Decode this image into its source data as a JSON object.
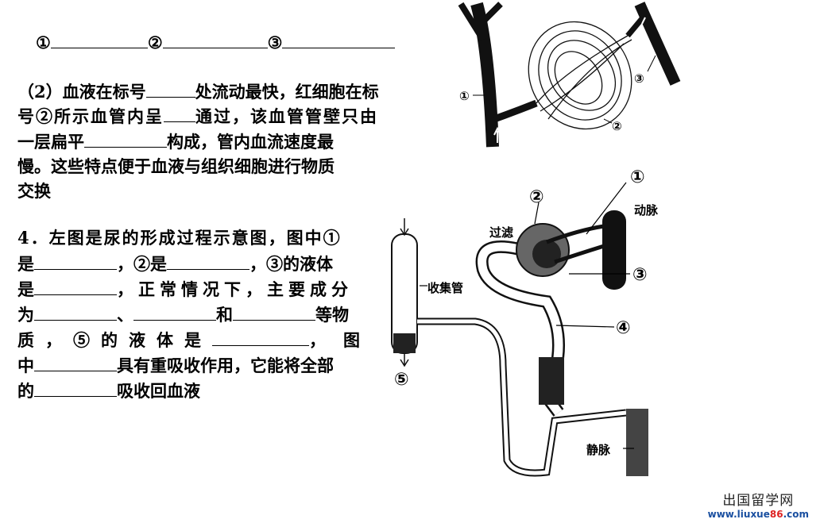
{
  "q3": {
    "l1": [
      "①",
      "②",
      "③"
    ],
    "p1": [
      "（2）血液在标号",
      "处流动最快，红细胞在标"
    ],
    "p2": [
      "号②所示血管内呈",
      "通过，该血管管壁只由"
    ],
    "p3": [
      "一层扁平",
      "构成，管内血流速度最"
    ],
    "p4": "慢。这些特点便于血液与组织细胞进行物质",
    "p5": "交换"
  },
  "q4": {
    "l1": "4．左图是尿的形成过程示意图，图中①",
    "l2": [
      "是",
      "，②是",
      "，③的液体"
    ],
    "l3": [
      "是",
      "，正常情况下，主要成分"
    ],
    "l4": [
      "为",
      "、",
      "和",
      "等物"
    ],
    "l5": [
      "质，⑤的液体是",
      "，图"
    ],
    "l6": [
      "中",
      "具有重吸收作用，它能将全部"
    ],
    "l7": [
      "的",
      "吸收回血液"
    ]
  },
  "fig1": {
    "labels": [
      "①",
      "②",
      "③"
    ]
  },
  "fig2": {
    "labels": [
      "①",
      "②",
      "③",
      "④",
      "⑤"
    ],
    "filter": "过滤",
    "artery": "动脉",
    "collect": "收集管",
    "vein": "静脉"
  },
  "watermark": {
    "cn": "出国留学网",
    "url1": "www.liuxue",
    "url2": "86",
    ".com": ".com",
    "url3": ".com"
  }
}
